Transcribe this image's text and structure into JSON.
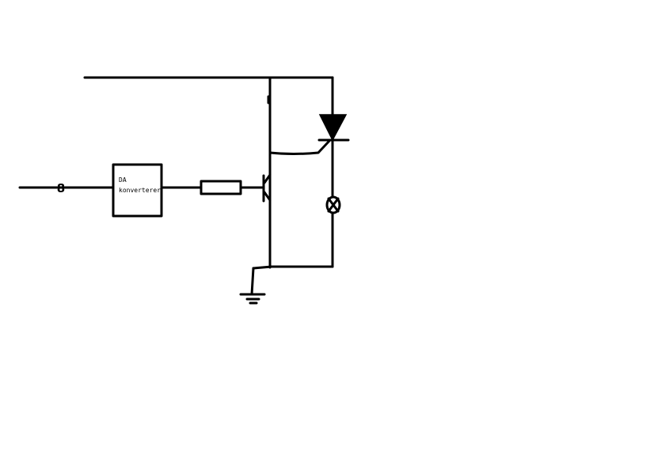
{
  "diagram": {
    "bus_width_label": "8",
    "dac": {
      "line1": "DA",
      "line2": "konverterer"
    },
    "colors": {
      "line": "#000000",
      "background": "#ffffff"
    },
    "icons": [
      "resistor-icon",
      "npn-transistor-icon",
      "thyristor-icon",
      "lamp-icon",
      "ground-icon"
    ]
  }
}
